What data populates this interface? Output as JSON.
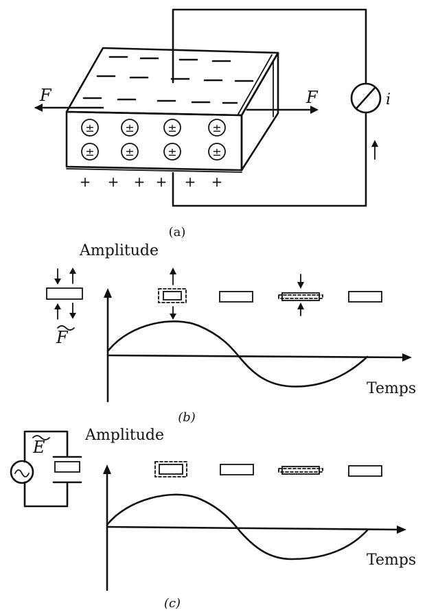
{
  "panel_a": {
    "force_label": "F",
    "meter_label": "i",
    "caption": "(a)",
    "top_charge_sign": "−",
    "bottom_charge_sign": "+",
    "dipole_symbol": "±"
  },
  "panel_b": {
    "y_label": "Amplitude",
    "x_label": "Temps",
    "force_label": "F",
    "caption": "(b)"
  },
  "panel_c": {
    "y_label": "Amplitude",
    "x_label": "Temps",
    "source_label": "E",
    "caption": "(c)"
  },
  "colors": {
    "ink": "#111111",
    "background": "#ffffff"
  }
}
